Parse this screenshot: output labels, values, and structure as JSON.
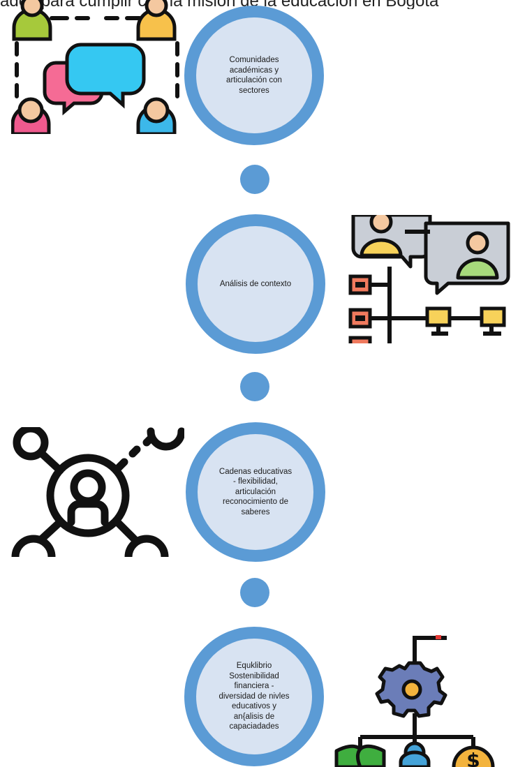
{
  "header": {
    "text": "ades para cumplir con la misión de la educación en Bogotá"
  },
  "steps": [
    {
      "label": "Comunidades académicas y articulación con sectores"
    },
    {
      "label": "Análisis de contexto"
    },
    {
      "label": "Cadenas educativas - flexibilidad, articulación reconocimiento de saberes"
    },
    {
      "label": "Equklibrio Sostenibilidad financiera - diversidad de nivles educativos y an{alisis de capaciadades"
    }
  ],
  "colors": {
    "ring": "#5b9bd5",
    "fill": "#d8e3f2"
  },
  "icons": [
    "community-chat-icon",
    "video-conference-network-icon",
    "user-network-icon",
    "organization-finance-icon"
  ]
}
